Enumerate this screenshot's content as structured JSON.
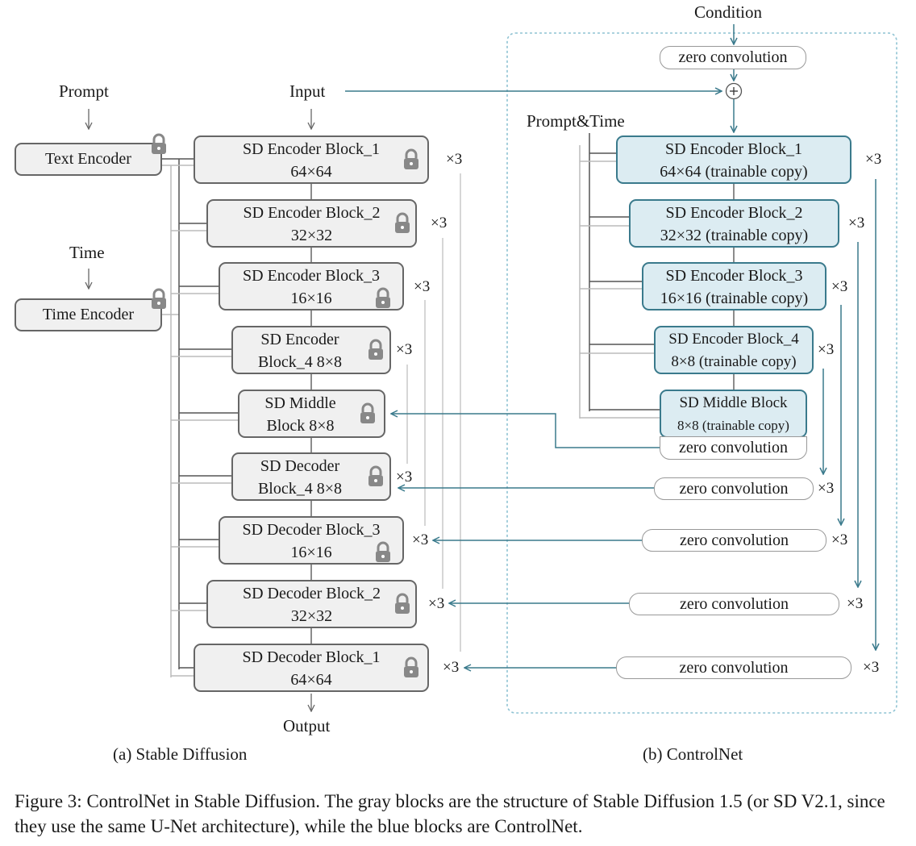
{
  "labels": {
    "condition": "Condition",
    "prompt": "Prompt",
    "input": "Input",
    "time": "Time",
    "prompt_time": "Prompt&Time",
    "output": "Output"
  },
  "sd": {
    "text_encoder": "Text Encoder",
    "time_encoder": "Time Encoder",
    "enc1": [
      "SD Encoder Block_1",
      "64×64"
    ],
    "enc2": [
      "SD Encoder Block_2",
      "32×32"
    ],
    "enc3": [
      "SD Encoder Block_3",
      "16×16"
    ],
    "enc4": [
      "SD Encoder",
      "Block_4 8×8"
    ],
    "mid": [
      "SD Middle",
      "Block 8×8"
    ],
    "dec4": [
      "SD Decoder",
      "Block_4 8×8"
    ],
    "dec3": [
      "SD Decoder Block_3",
      "16×16"
    ],
    "dec2": [
      "SD Decoder Block_2",
      "32×32"
    ],
    "dec1": [
      "SD Decoder Block_1",
      "64×64"
    ]
  },
  "cn": {
    "enc1": [
      "SD Encoder Block_1",
      "64×64 (trainable copy)"
    ],
    "enc2": [
      "SD Encoder Block_2",
      "32×32 (trainable copy)"
    ],
    "enc3": [
      "SD Encoder Block_3",
      "16×16 (trainable copy)"
    ],
    "enc4": [
      "SD Encoder Block_4",
      "8×8 (trainable copy)"
    ],
    "mid": [
      "SD Middle Block",
      "8×8 (trainable copy)"
    ],
    "zero_conv": "zero convolution"
  },
  "times_label": "×3",
  "sub_a": "(a) Stable Diffusion",
  "sub_b": "(b) ControlNet",
  "caption": "Figure 3: ControlNet in Stable Diffusion. The gray blocks are the structure of Stable Diffusion 1.5 (or SD V2.1, since they use the same U-Net architecture), while the blue blocks are ControlNet.",
  "colors": {
    "teal": "#3a7a8c",
    "gray_block": "#f0f0f0",
    "blue_block": "#dcecf2"
  }
}
